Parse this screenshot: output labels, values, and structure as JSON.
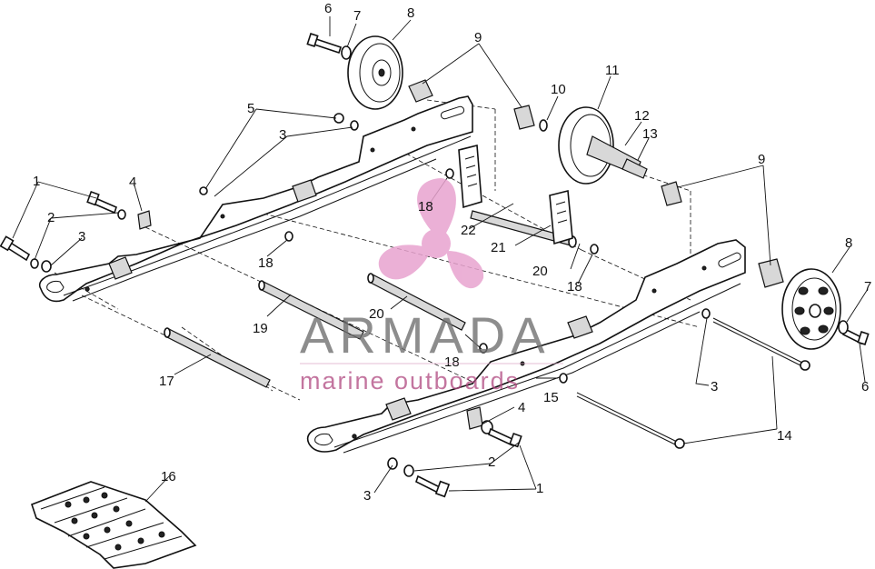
{
  "callouts": {
    "c1a": "1",
    "c1b": "1",
    "c2a": "2",
    "c2b": "2",
    "c3a": "3",
    "c3b": "3",
    "c3c": "3",
    "c3d": "3",
    "c4a": "4",
    "c4b": "4",
    "c5": "5",
    "c6a": "6",
    "c6b": "6",
    "c7a": "7",
    "c7b": "7",
    "c8a": "8",
    "c8b": "8",
    "c9a": "9",
    "c9b": "9",
    "c10": "10",
    "c11": "11",
    "c12": "12",
    "c13": "13",
    "c14": "14",
    "c15": "15",
    "c16": "16",
    "c17": "17",
    "c18a": "18",
    "c18b": "18",
    "c18c": "18",
    "c18d": "18",
    "c19": "19",
    "c20a": "20",
    "c20b": "20",
    "c21": "21",
    "c22": "22"
  },
  "watermark": {
    "brand": "ARMADA",
    "tagline": "marine outboards",
    "colors": {
      "logo": "#e8a3cf",
      "text": "#6e6e6e",
      "tagline": "#b0477f"
    }
  }
}
